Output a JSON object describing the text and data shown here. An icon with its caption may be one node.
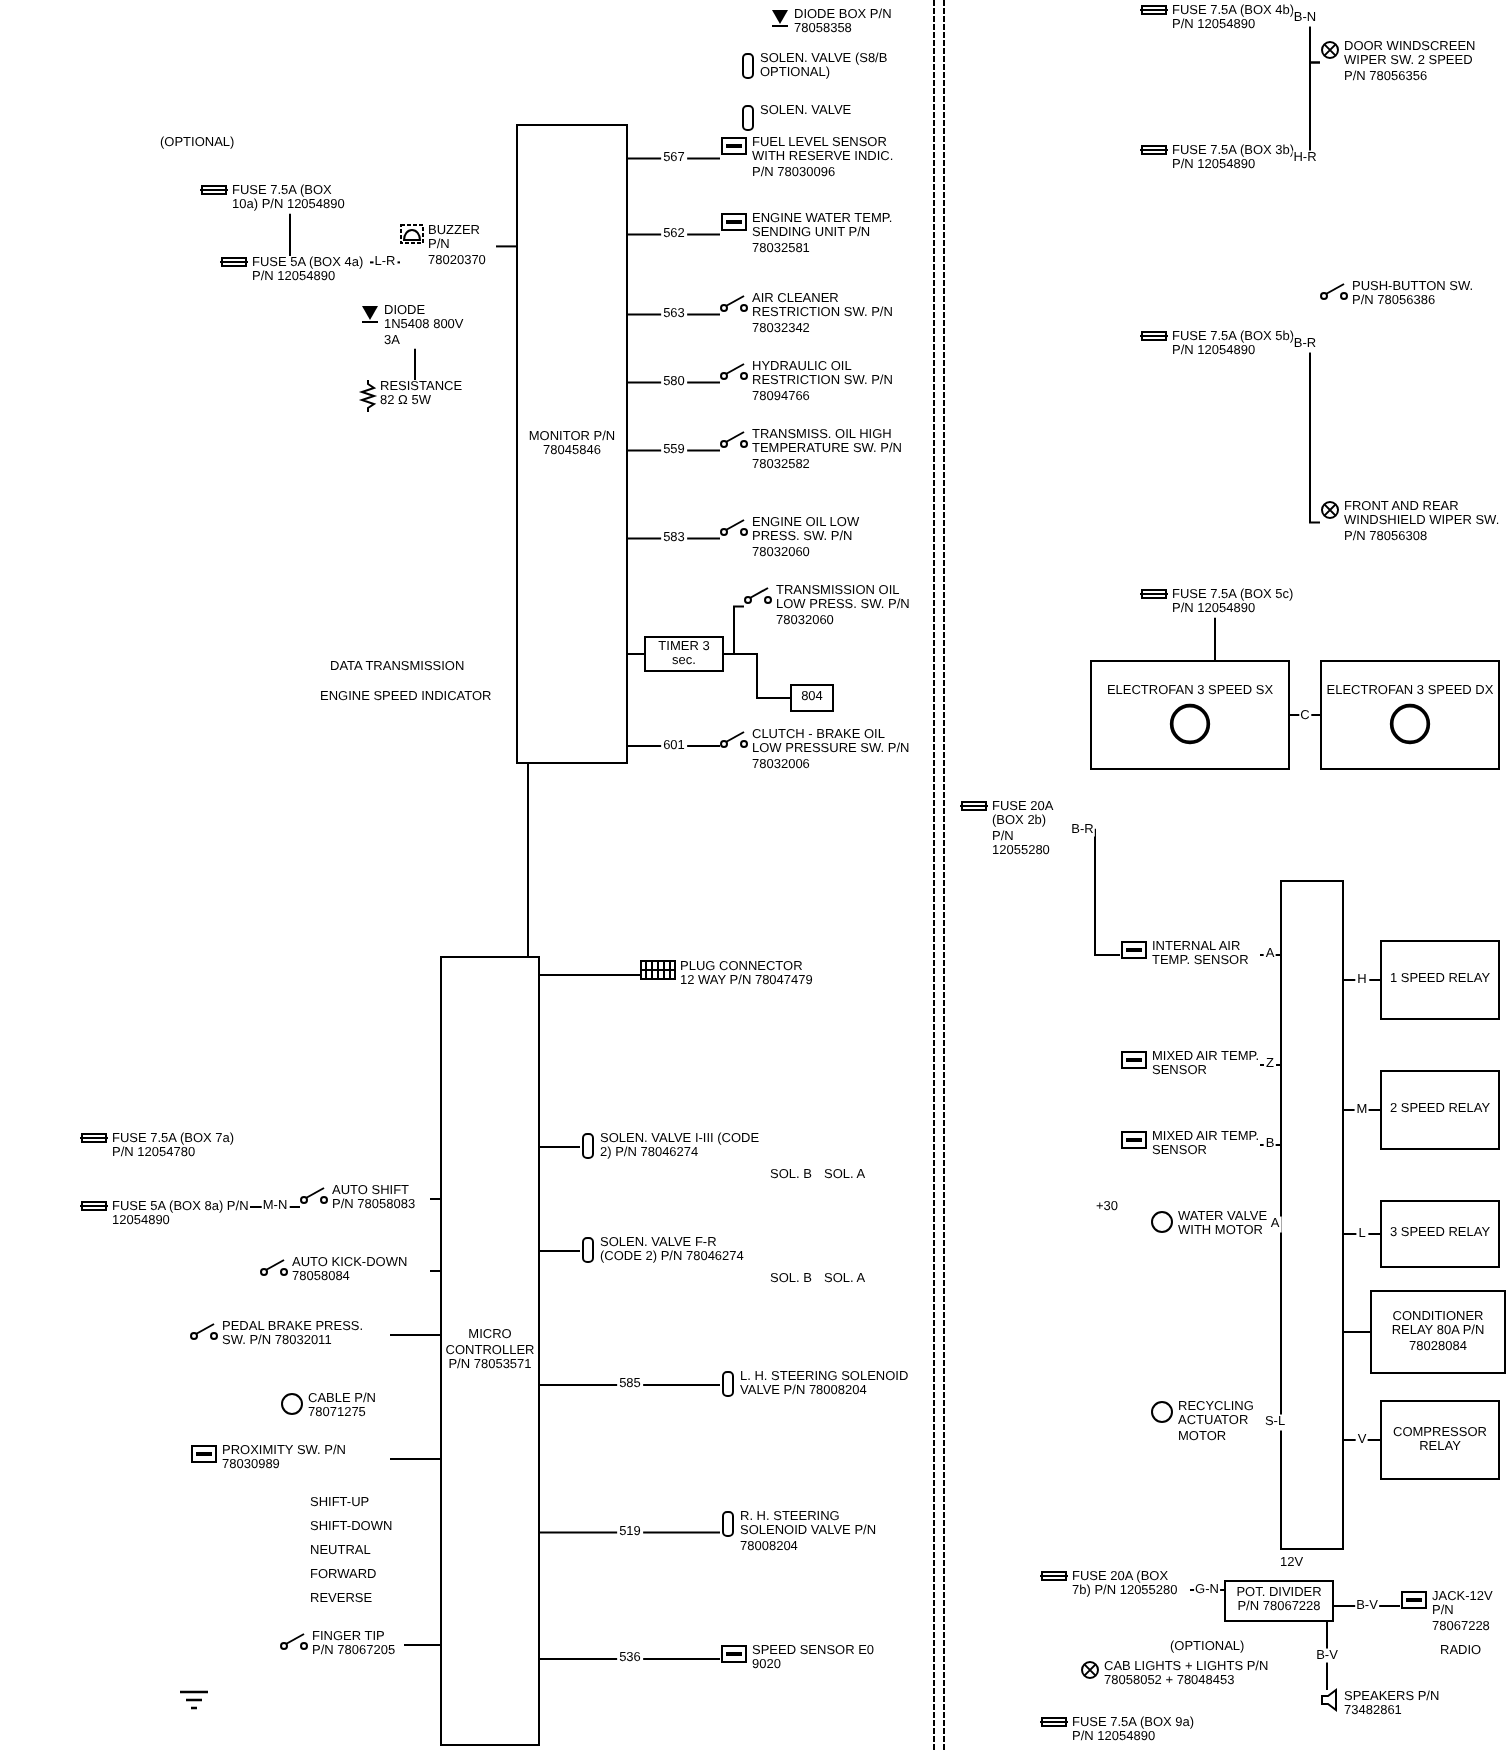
{
  "diagram": {
    "nodes": [
      {
        "text": [
          "DIODE BOX P/N 78058358"
        ]
      },
      {
        "text": [
          "SOLEN. VALVE (S8/B OPTIONAL)"
        ]
      },
      {
        "text": [
          "SOLEN. VALVE"
        ]
      },
      {
        "text": [
          "FUSE 7.5A (BOX 10a) P/N 12054890"
        ]
      },
      {
        "text": [
          "FUSE 5A (BOX 4a) P/N 12054890"
        ]
      },
      {
        "text": [
          "BUZZER P/N 78020370"
        ]
      },
      {
        "text": [
          "DIODE 1N5408 800V 3A"
        ]
      },
      {
        "text": [
          "RESISTANCE 82 Ω 5W"
        ]
      },
      {
        "text": [
          "MONITOR P/N 78045846"
        ]
      },
      {
        "text": [
          "FUEL LEVEL SENSOR WITH RESERVE INDIC. P/N 78030096"
        ]
      },
      {
        "text": [
          "ENGINE WATER TEMP. SENDING UNIT P/N 78032581"
        ]
      },
      {
        "text": [
          "AIR CLEANER RESTRICTION SW. P/N 78032342"
        ]
      },
      {
        "text": [
          "HYDRAULIC OIL RESTRICTION SW. P/N 78094766"
        ]
      },
      {
        "text": [
          "TRANSMISS. OIL HIGH TEMPERATURE SW. P/N 78032582"
        ]
      },
      {
        "text": [
          "ENGINE OIL LOW PRESS. SW. P/N 78032060"
        ]
      },
      {
        "text": [
          "TRANSMISSION OIL LOW PRESS. SW. P/N 78032060"
        ]
      },
      {
        "text": [
          "TIMER 3 sec."
        ]
      },
      {
        "text": [
          "804"
        ]
      },
      {
        "text": [
          "CLUTCH - BRAKE OIL LOW PRESSURE SW. P/N 78032006"
        ]
      },
      {
        "text": [
          "PLUG CONNECTOR 12 WAY P/N 78047479"
        ]
      },
      {
        "text": [
          "MICRO CONTROLLER P/N 78053571"
        ]
      },
      {
        "text": [
          "SOLEN. VALVE I-III (CODE 2) P/N 78046274"
        ]
      },
      {
        "text": [
          "SOLEN. VALVE F-R (CODE 2) P/N 78046274"
        ]
      },
      {
        "text": [
          "L. H. STEERING SOLENOID VALVE P/N 78008204"
        ]
      },
      {
        "text": [
          "R. H. STEERING SOLENOID VALVE P/N 78008204"
        ]
      },
      {
        "text": [
          "SPEED SENSOR E0 9020"
        ]
      },
      {
        "text": [
          "FUSE 7.5A (BOX 7a) P/N 12054780"
        ]
      },
      {
        "text": [
          "FUSE 5A (BOX 8a) P/N 12054890"
        ]
      },
      {
        "text": [
          "AUTO SHIFT P/N 78058083"
        ]
      },
      {
        "text": [
          "AUTO KICK-DOWN 78058084"
        ]
      },
      {
        "text": [
          "PEDAL BRAKE PRESS. SW. P/N 78032011"
        ]
      },
      {
        "text": [
          "CABLE P/N 78071275"
        ]
      },
      {
        "text": [
          "PROXIMITY SW. P/N 78030989"
        ]
      },
      {
        "text": [
          "FINGER TIP P/N 78067205"
        ]
      },
      {
        "text": [
          "FUSE 7.5A (BOX 4b) P/N 12054890"
        ]
      },
      {
        "text": [
          "DOOR WINDSCREEN WIPER SW. 2 SPEED P/N 78056356"
        ]
      },
      {
        "text": [
          "FUSE 7.5A (BOX 3b) P/N 12054890"
        ]
      },
      {
        "text": [
          "PUSH-BUTTON SW. P/N 78056386"
        ]
      },
      {
        "text": [
          "FUSE 7.5A (BOX 5b) P/N 12054890"
        ]
      },
      {
        "text": [
          "FRONT AND REAR WINDSHIELD WIPER SW. P/N 78056308"
        ]
      },
      {
        "text": [
          "FUSE 7.5A (BOX 5c) P/N 12054890"
        ]
      },
      {
        "text": [
          "ELECTROFAN 3 SPEED SX"
        ]
      },
      {
        "text": [
          "ELECTROFAN 3 SPEED DX"
        ]
      },
      {
        "text": [
          "FUSE 20A (BOX 2b) P/N 12055280"
        ]
      },
      {
        "text": [],
        "shape": "box"
      },
      {
        "text": [
          "INTERNAL AIR TEMP. SENSOR"
        ]
      },
      {
        "text": [
          "MIXED AIR TEMP. SENSOR"
        ]
      },
      {
        "text": [
          "MIXED AIR TEMP. SENSOR"
        ]
      },
      {
        "text": [
          "WATER VALVE WITH MOTOR"
        ]
      },
      {
        "text": [
          "RECYCLING ACTUATOR MOTOR"
        ]
      },
      {
        "text": [
          "1 SPEED RELAY"
        ]
      },
      {
        "text": [
          "2 SPEED RELAY"
        ]
      },
      {
        "text": [
          "3 SPEED RELAY"
        ]
      },
      {
        "text": [
          "CONDITIONER RELAY 80A P/N 78028084"
        ]
      },
      {
        "text": [
          "COMPRESSOR RELAY"
        ]
      },
      {
        "text": [
          "FUSE 20A (BOX 7b) P/N 12055280"
        ]
      },
      {
        "text": [
          "POT. DIVIDER P/N 78067228"
        ]
      },
      {
        "text": [
          "JACK-12V P/N 78067228"
        ]
      },
      {
        "text": [
          "RADIO"
        ]
      },
      {
        "text": [
          "SPEAKERS P/N 73482861"
        ]
      },
      {
        "text": [
          "CAB LIGHTS + LIGHTS P/N 78058052 + 78048453"
        ]
      },
      {
        "text": [
          "FUSE 7.5A (BOX 9a) P/N 12054890"
        ]
      }
    ],
    "edges": [
      {
        "from": 4,
        "to": 5,
        "arrow": "none",
        "label": "L-R"
      },
      {
        "from": 5,
        "to": 8,
        "arrow": "none"
      },
      {
        "from": 6,
        "to": 7,
        "arrow": "none"
      },
      {
        "from": 8,
        "to": 9,
        "arrow": "none",
        "label": "567"
      },
      {
        "from": 8,
        "to": 10,
        "arrow": "none",
        "label": "562"
      },
      {
        "from": 8,
        "to": 11,
        "arrow": "none",
        "label": "563"
      },
      {
        "from": 8,
        "to": 12,
        "arrow": "none",
        "label": "580"
      },
      {
        "from": 8,
        "to": 13,
        "arrow": "none",
        "label": "559"
      },
      {
        "from": 8,
        "to": 14,
        "arrow": "none",
        "label": "583"
      },
      {
        "from": 8,
        "to": 16,
        "arrow": "none"
      },
      {
        "from": 16,
        "to": 15,
        "arrow": "none"
      },
      {
        "from": 16,
        "to": 17,
        "arrow": "none"
      },
      {
        "from": 8,
        "to": 18,
        "arrow": "none",
        "label": "601"
      },
      {
        "from": 8,
        "to": 20,
        "arrow": "none"
      },
      {
        "from": 20,
        "to": 19,
        "arrow": "none"
      },
      {
        "from": 20,
        "to": 21,
        "arrow": "none"
      },
      {
        "from": 20,
        "to": 22,
        "arrow": "none"
      },
      {
        "from": 20,
        "to": 23,
        "arrow": "none",
        "label": "585"
      },
      {
        "from": 20,
        "to": 24,
        "arrow": "none",
        "label": "519"
      },
      {
        "from": 20,
        "to": 25,
        "arrow": "none",
        "label": "536"
      },
      {
        "from": 27,
        "to": 28,
        "arrow": "none",
        "label": "M-N"
      },
      {
        "from": 28,
        "to": 20,
        "arrow": "none"
      },
      {
        "from": 29,
        "to": 20,
        "arrow": "none"
      },
      {
        "from": 30,
        "to": 20,
        "arrow": "none"
      },
      {
        "from": 32,
        "to": 20,
        "arrow": "none"
      },
      {
        "from": 33,
        "to": 20,
        "arrow": "none"
      },
      {
        "from": 34,
        "to": 35,
        "arrow": "none",
        "label": "B-N"
      },
      {
        "from": 36,
        "to": 35,
        "arrow": "none",
        "label": "H-R"
      },
      {
        "from": 38,
        "to": 39,
        "arrow": "none",
        "label": "B-R"
      },
      {
        "from": 40,
        "to": 41,
        "arrow": "none"
      },
      {
        "from": 41,
        "to": 42,
        "arrow": "none",
        "label": "C"
      },
      {
        "from": 43,
        "to": 45,
        "arrow": "none",
        "label": "B-R"
      },
      {
        "from": 45,
        "to": 44,
        "arrow": "none",
        "label": "A"
      },
      {
        "from": 46,
        "to": 44,
        "arrow": "none",
        "label": "Z"
      },
      {
        "from": 47,
        "to": 44,
        "arrow": "none",
        "label": "B"
      },
      {
        "from": 48,
        "to": 44,
        "arrow": "none",
        "label": "A"
      },
      {
        "from": 49,
        "to": 44,
        "arrow": "none",
        "label": "S-L"
      },
      {
        "from": 44,
        "to": 50,
        "arrow": "none",
        "label": "H"
      },
      {
        "from": 44,
        "to": 51,
        "arrow": "none",
        "label": "M"
      },
      {
        "from": 44,
        "to": 52,
        "arrow": "none",
        "label": "L"
      },
      {
        "from": 53,
        "to": 44,
        "arrow": "none"
      },
      {
        "from": 44,
        "to": 54,
        "arrow": "none",
        "label": "V"
      },
      {
        "from": 55,
        "to": 56,
        "arrow": "none",
        "label": "G-N"
      },
      {
        "from": 56,
        "to": 57,
        "arrow": "none",
        "label": "B-V"
      },
      {
        "from": 56,
        "to": 59,
        "arrow": "none",
        "label": "B-V"
      },
      {
        "from": 3,
        "to": 4,
        "arrow": "none"
      }
    ],
    "labels": [
      "(OPTIONAL)",
      "DATA TRANSMISSION",
      "ENGINE SPEED INDICATOR",
      "SOL. B",
      "SOL. A",
      "SOL. B",
      "SOL. A",
      "SHIFT-UP",
      "SHIFT-DOWN",
      "NEUTRAL",
      "FORWARD",
      "REVERSE",
      "+30",
      "12V",
      "(OPTIONAL)"
    ]
  }
}
